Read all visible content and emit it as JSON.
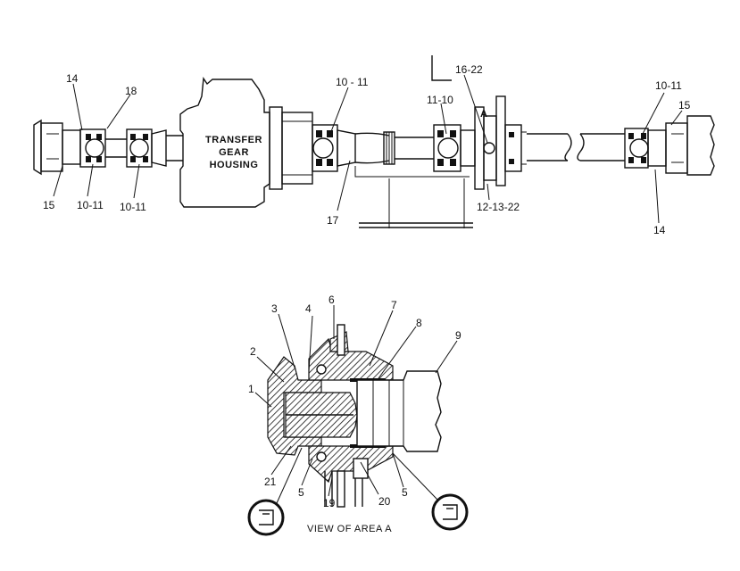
{
  "top_view": {
    "housing_label": [
      "TRANSFER",
      "GEAR",
      "HOUSING"
    ],
    "area_marker": "A",
    "callouts": [
      {
        "id": "c14a",
        "text": "14"
      },
      {
        "id": "c18",
        "text": "18"
      },
      {
        "id": "c15a",
        "text": "15"
      },
      {
        "id": "c1011a",
        "text": "10-11"
      },
      {
        "id": "c1011b",
        "text": "10-11"
      },
      {
        "id": "c1011c",
        "text": "10 - 11"
      },
      {
        "id": "c17",
        "text": "17"
      },
      {
        "id": "c1110",
        "text": "11-10"
      },
      {
        "id": "c1622",
        "text": "16-22"
      },
      {
        "id": "c121322",
        "text": "12-13-22"
      },
      {
        "id": "c1011d",
        "text": "10-11"
      },
      {
        "id": "c15b",
        "text": "15"
      },
      {
        "id": "c14b",
        "text": "14"
      }
    ]
  },
  "detail_view": {
    "caption": "VIEW OF AREA A",
    "callouts": [
      {
        "id": "d1",
        "text": "1"
      },
      {
        "id": "d2",
        "text": "2"
      },
      {
        "id": "d3",
        "text": "3"
      },
      {
        "id": "d4",
        "text": "4"
      },
      {
        "id": "d6",
        "text": "6"
      },
      {
        "id": "d7",
        "text": "7"
      },
      {
        "id": "d8",
        "text": "8"
      },
      {
        "id": "d9",
        "text": "9"
      },
      {
        "id": "d21",
        "text": "21"
      },
      {
        "id": "d5a",
        "text": "5"
      },
      {
        "id": "d19",
        "text": "19"
      },
      {
        "id": "d20",
        "text": "20"
      },
      {
        "id": "d5b",
        "text": "5"
      }
    ]
  }
}
